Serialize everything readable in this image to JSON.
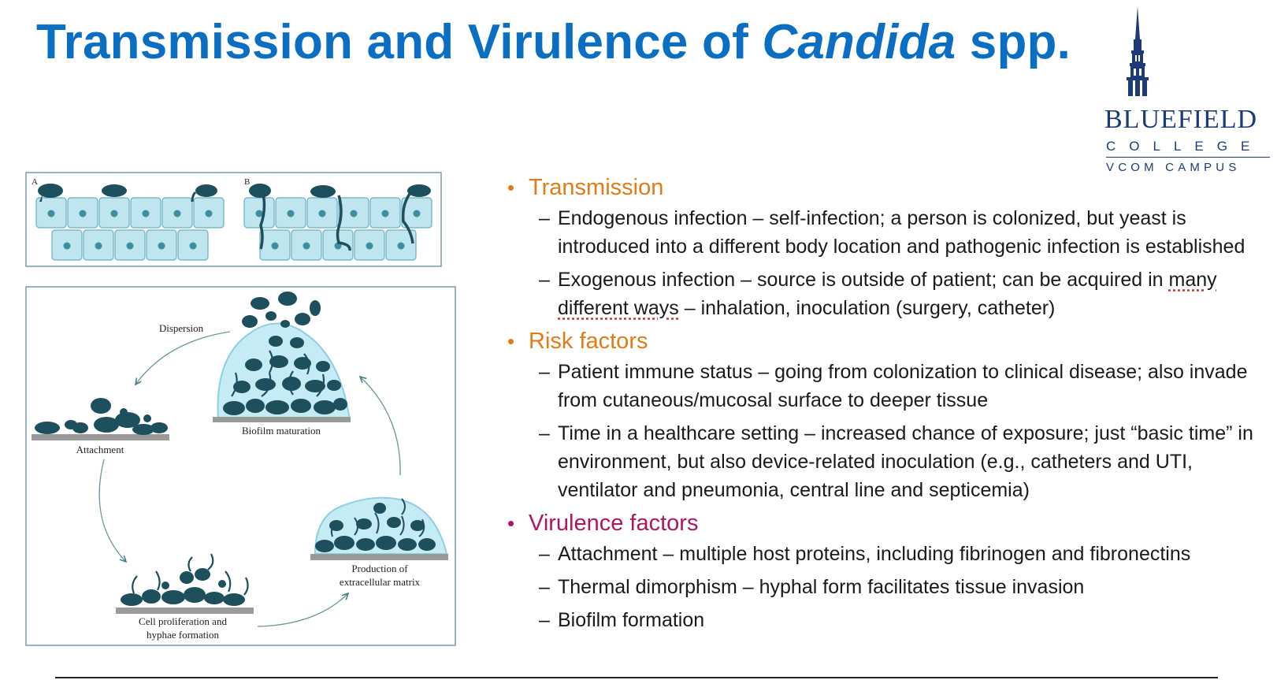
{
  "title": {
    "before": "Transmission and Virulence of ",
    "italic": "Candida",
    "after": " spp."
  },
  "logo": {
    "name": "BLUEFIELD",
    "sub1": "COLLEGE",
    "sub2": "VCOM CAMPUS"
  },
  "figure": {
    "panel_a": "A",
    "panel_b": "B",
    "labels": {
      "dispersion": "Dispersion",
      "attachment": "Attachment",
      "maturation": "Biofilm maturation",
      "proliferation_1": "Cell proliferation and",
      "proliferation_2": "hyphae formation",
      "matrix_1": "Production of",
      "matrix_2": "extracellular matrix"
    }
  },
  "bullets": {
    "transmission": {
      "label": "Transmission",
      "items": [
        {
          "pre": "Endogenous infection – self-infection; a person is colonized, but yeast is introduced into a different body location and pathogenic infection is established"
        },
        {
          "pre": "Exogenous infection – source is outside of patient; can be acquired in ",
          "mark": "many different ways",
          "post": " – inhalation, inoculation (surgery, catheter)"
        }
      ]
    },
    "risk": {
      "label": "Risk factors",
      "items": [
        {
          "pre": "Patient immune status – going from colonization to clinical disease; also invade from cutaneous/mucosal surface to deeper tissue"
        },
        {
          "pre": "Time in a healthcare setting – increased chance of exposure; just “basic time” in environment, but also device-related inoculation (e.g., catheters and UTI, ventilator and pneumonia, central line and septicemia)"
        }
      ]
    },
    "virulence": {
      "label": "Virulence factors",
      "items": [
        {
          "pre": "Attachment – multiple host proteins, including fibrinogen and fibronectins"
        },
        {
          "pre": "Thermal dimorphism – hyphal form facilitates tissue invasion"
        },
        {
          "pre": "Biofilm formation"
        }
      ]
    }
  },
  "colors": {
    "title": "#0a6fc2",
    "bullet_orange": "#e07b17",
    "bullet_magenta": "#b01563",
    "cell_fill": "#bfe6ef",
    "yeast": "#1e4f5c",
    "logo": "#1d3a78"
  },
  "icons": [
    "bluefield-steeple-logo",
    "epithelial-cells-illustration",
    "biofilm-cycle-illustration"
  ]
}
